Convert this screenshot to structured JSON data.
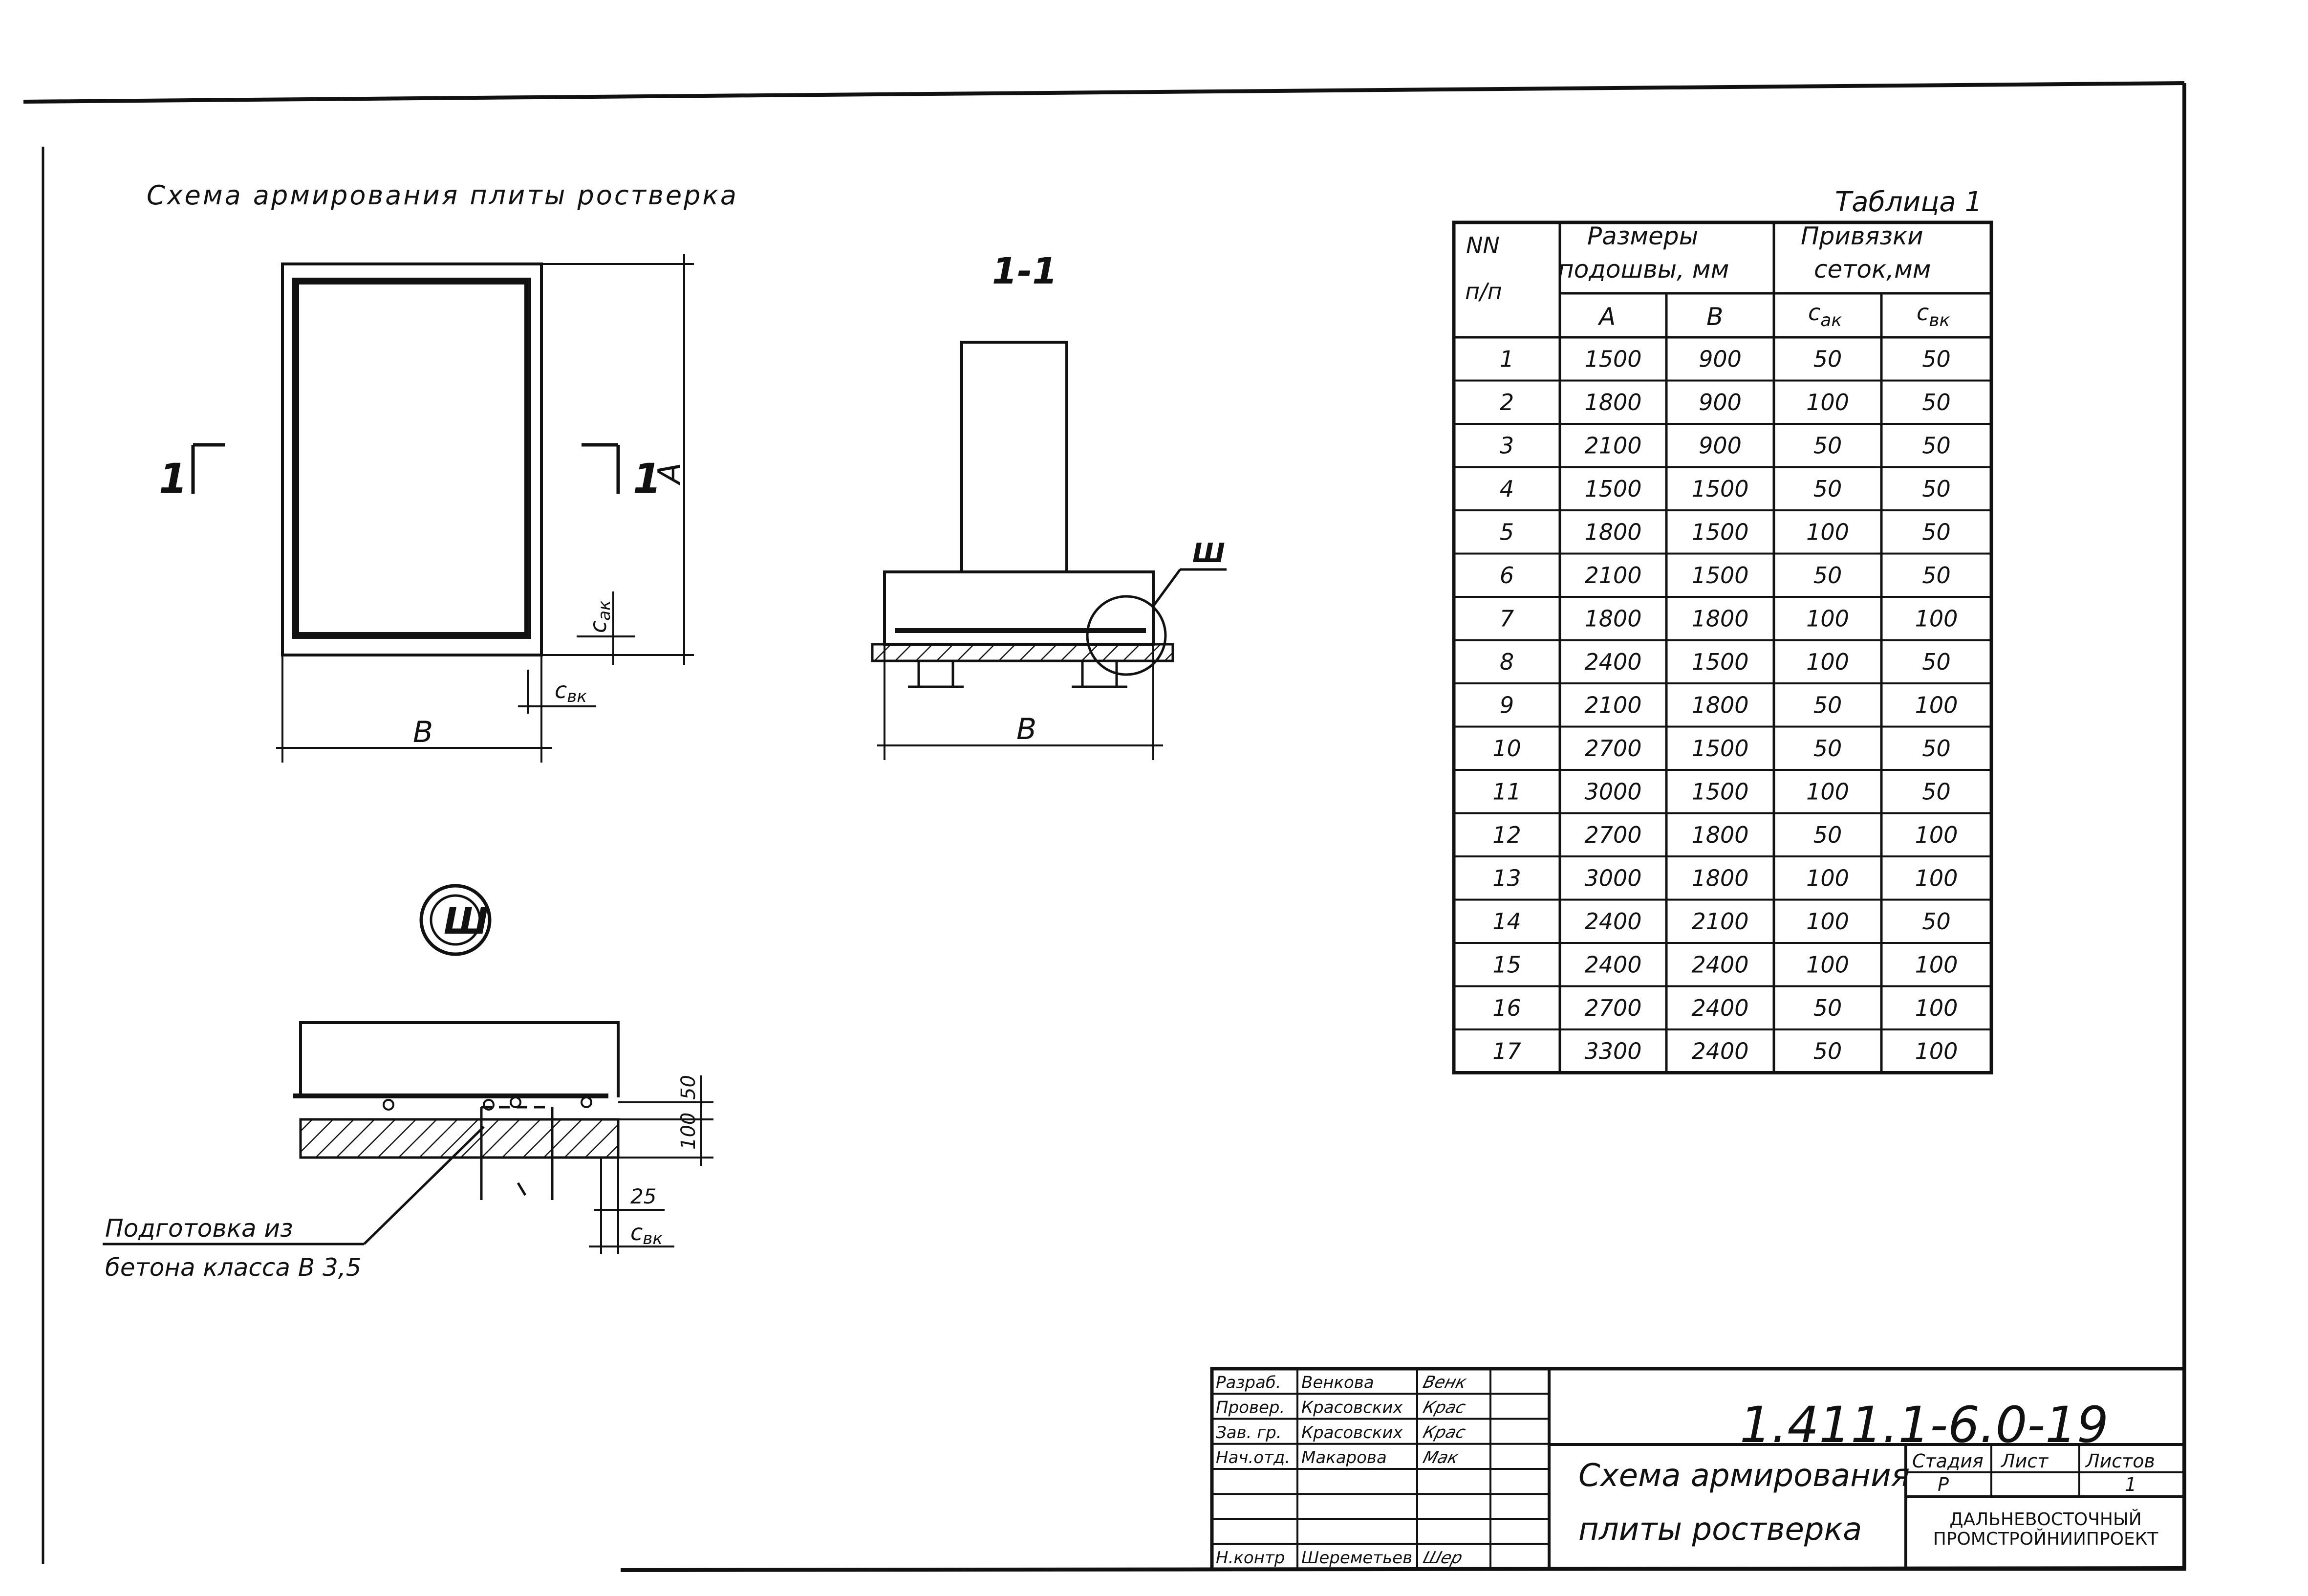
{
  "drawing_title": "Схема армирования плиты ростверка",
  "plan": {
    "section_mark": "1",
    "dim_a": "А",
    "dim_b": "В",
    "c_ak": "c",
    "c_ak_sub": "ак",
    "c_bk": "с",
    "c_bk_sub": "вк"
  },
  "section": {
    "title": "1-1",
    "detail_mark": "Ш",
    "dim_b": "В"
  },
  "detail": {
    "marker": "Ш",
    "dim_50": "50",
    "dim_100": "100",
    "dim_25": "25",
    "c_bk": "с",
    "c_bk_sub": "вк",
    "note_line1": "Подготовка из",
    "note_line2": "бетона класса В 3,5"
  },
  "table": {
    "caption": "Таблица 1",
    "head_nn_1": "NN",
    "head_nn_2": "п/п",
    "head_sizes_1": "Размеры",
    "head_sizes_2": "подошвы, мм",
    "head_bind_1": "Привязки",
    "head_bind_2": "сеток,мм",
    "sub_a": "А",
    "sub_b": "В",
    "sub_cak": "с",
    "sub_cak_s": "ак",
    "sub_cbk": "с",
    "sub_cbk_s": "вк",
    "rows": [
      [
        "1",
        "1500",
        "900",
        "50",
        "50"
      ],
      [
        "2",
        "1800",
        "900",
        "100",
        "50"
      ],
      [
        "3",
        "2100",
        "900",
        "50",
        "50"
      ],
      [
        "4",
        "1500",
        "1500",
        "50",
        "50"
      ],
      [
        "5",
        "1800",
        "1500",
        "100",
        "50"
      ],
      [
        "6",
        "2100",
        "1500",
        "50",
        "50"
      ],
      [
        "7",
        "1800",
        "1800",
        "100",
        "100"
      ],
      [
        "8",
        "2400",
        "1500",
        "100",
        "50"
      ],
      [
        "9",
        "2100",
        "1800",
        "50",
        "100"
      ],
      [
        "10",
        "2700",
        "1500",
        "50",
        "50"
      ],
      [
        "11",
        "3000",
        "1500",
        "100",
        "50"
      ],
      [
        "12",
        "2700",
        "1800",
        "50",
        "100"
      ],
      [
        "13",
        "3000",
        "1800",
        "100",
        "100"
      ],
      [
        "14",
        "2400",
        "2100",
        "100",
        "50"
      ],
      [
        "15",
        "2400",
        "2400",
        "100",
        "100"
      ],
      [
        "16",
        "2700",
        "2400",
        "50",
        "100"
      ],
      [
        "17",
        "3300",
        "2400",
        "50",
        "100"
      ]
    ]
  },
  "title_block": {
    "roles": [
      "Разраб.",
      "Провер.",
      "Зав. гр.",
      "Нач.отд.",
      "",
      "",
      "",
      "Н.контр"
    ],
    "names": [
      "Венкова",
      "Красовских",
      "Красовских",
      "Макарова",
      "",
      "",
      "",
      "Шереметьев"
    ],
    "signatures": [
      "Венк",
      "Крас",
      "Крас",
      "Мак",
      "",
      "",
      "",
      "Шер"
    ],
    "doc_code": "1.411.1-6.0-19",
    "title_line1": "Схема армирования",
    "title_line2": "плиты ростверка",
    "stage_label": "Стадия",
    "sheet_label": "Лист",
    "sheets_label": "Листов",
    "stage_value": "Р",
    "sheets_value": "1",
    "org_line1": "ДАЛЬНЕВОСТОЧНЫЙ",
    "org_line2": "ПРОМСТРОЙНИИПРОЕКТ"
  }
}
